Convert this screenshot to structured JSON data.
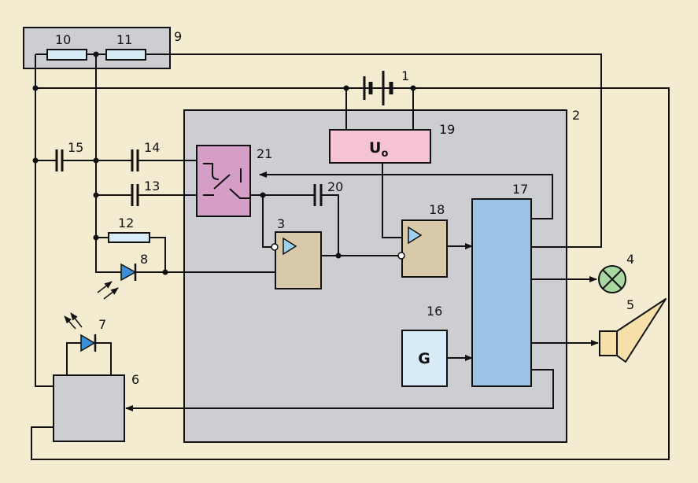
{
  "colors": {
    "background": "#f3ecd0",
    "panel": "#cdced2",
    "comparator": "#d8c9a8",
    "switch_block": "#d59ec6",
    "regulator": "#f6c3d4",
    "logic_block": "#9cc3e6",
    "generator": "#d7ecf8",
    "resistor": "#d8ecf8",
    "lamp": "#a8d8a0",
    "speaker": "#f6dfa8"
  },
  "labels": {
    "n1": "1",
    "n2": "2",
    "n3": "3",
    "n4": "4",
    "n5": "5",
    "n6": "6",
    "n7": "7",
    "n8": "8",
    "n9": "9",
    "n10": "10",
    "n11": "11",
    "n12": "12",
    "n13": "13",
    "n14": "14",
    "n15": "15",
    "n16": "16",
    "n17": "17",
    "n18": "18",
    "n19": "19",
    "n20": "20",
    "n21": "21"
  },
  "blocks": {
    "regulator_text": "U",
    "regulator_sub": "o",
    "generator_text": "G"
  }
}
